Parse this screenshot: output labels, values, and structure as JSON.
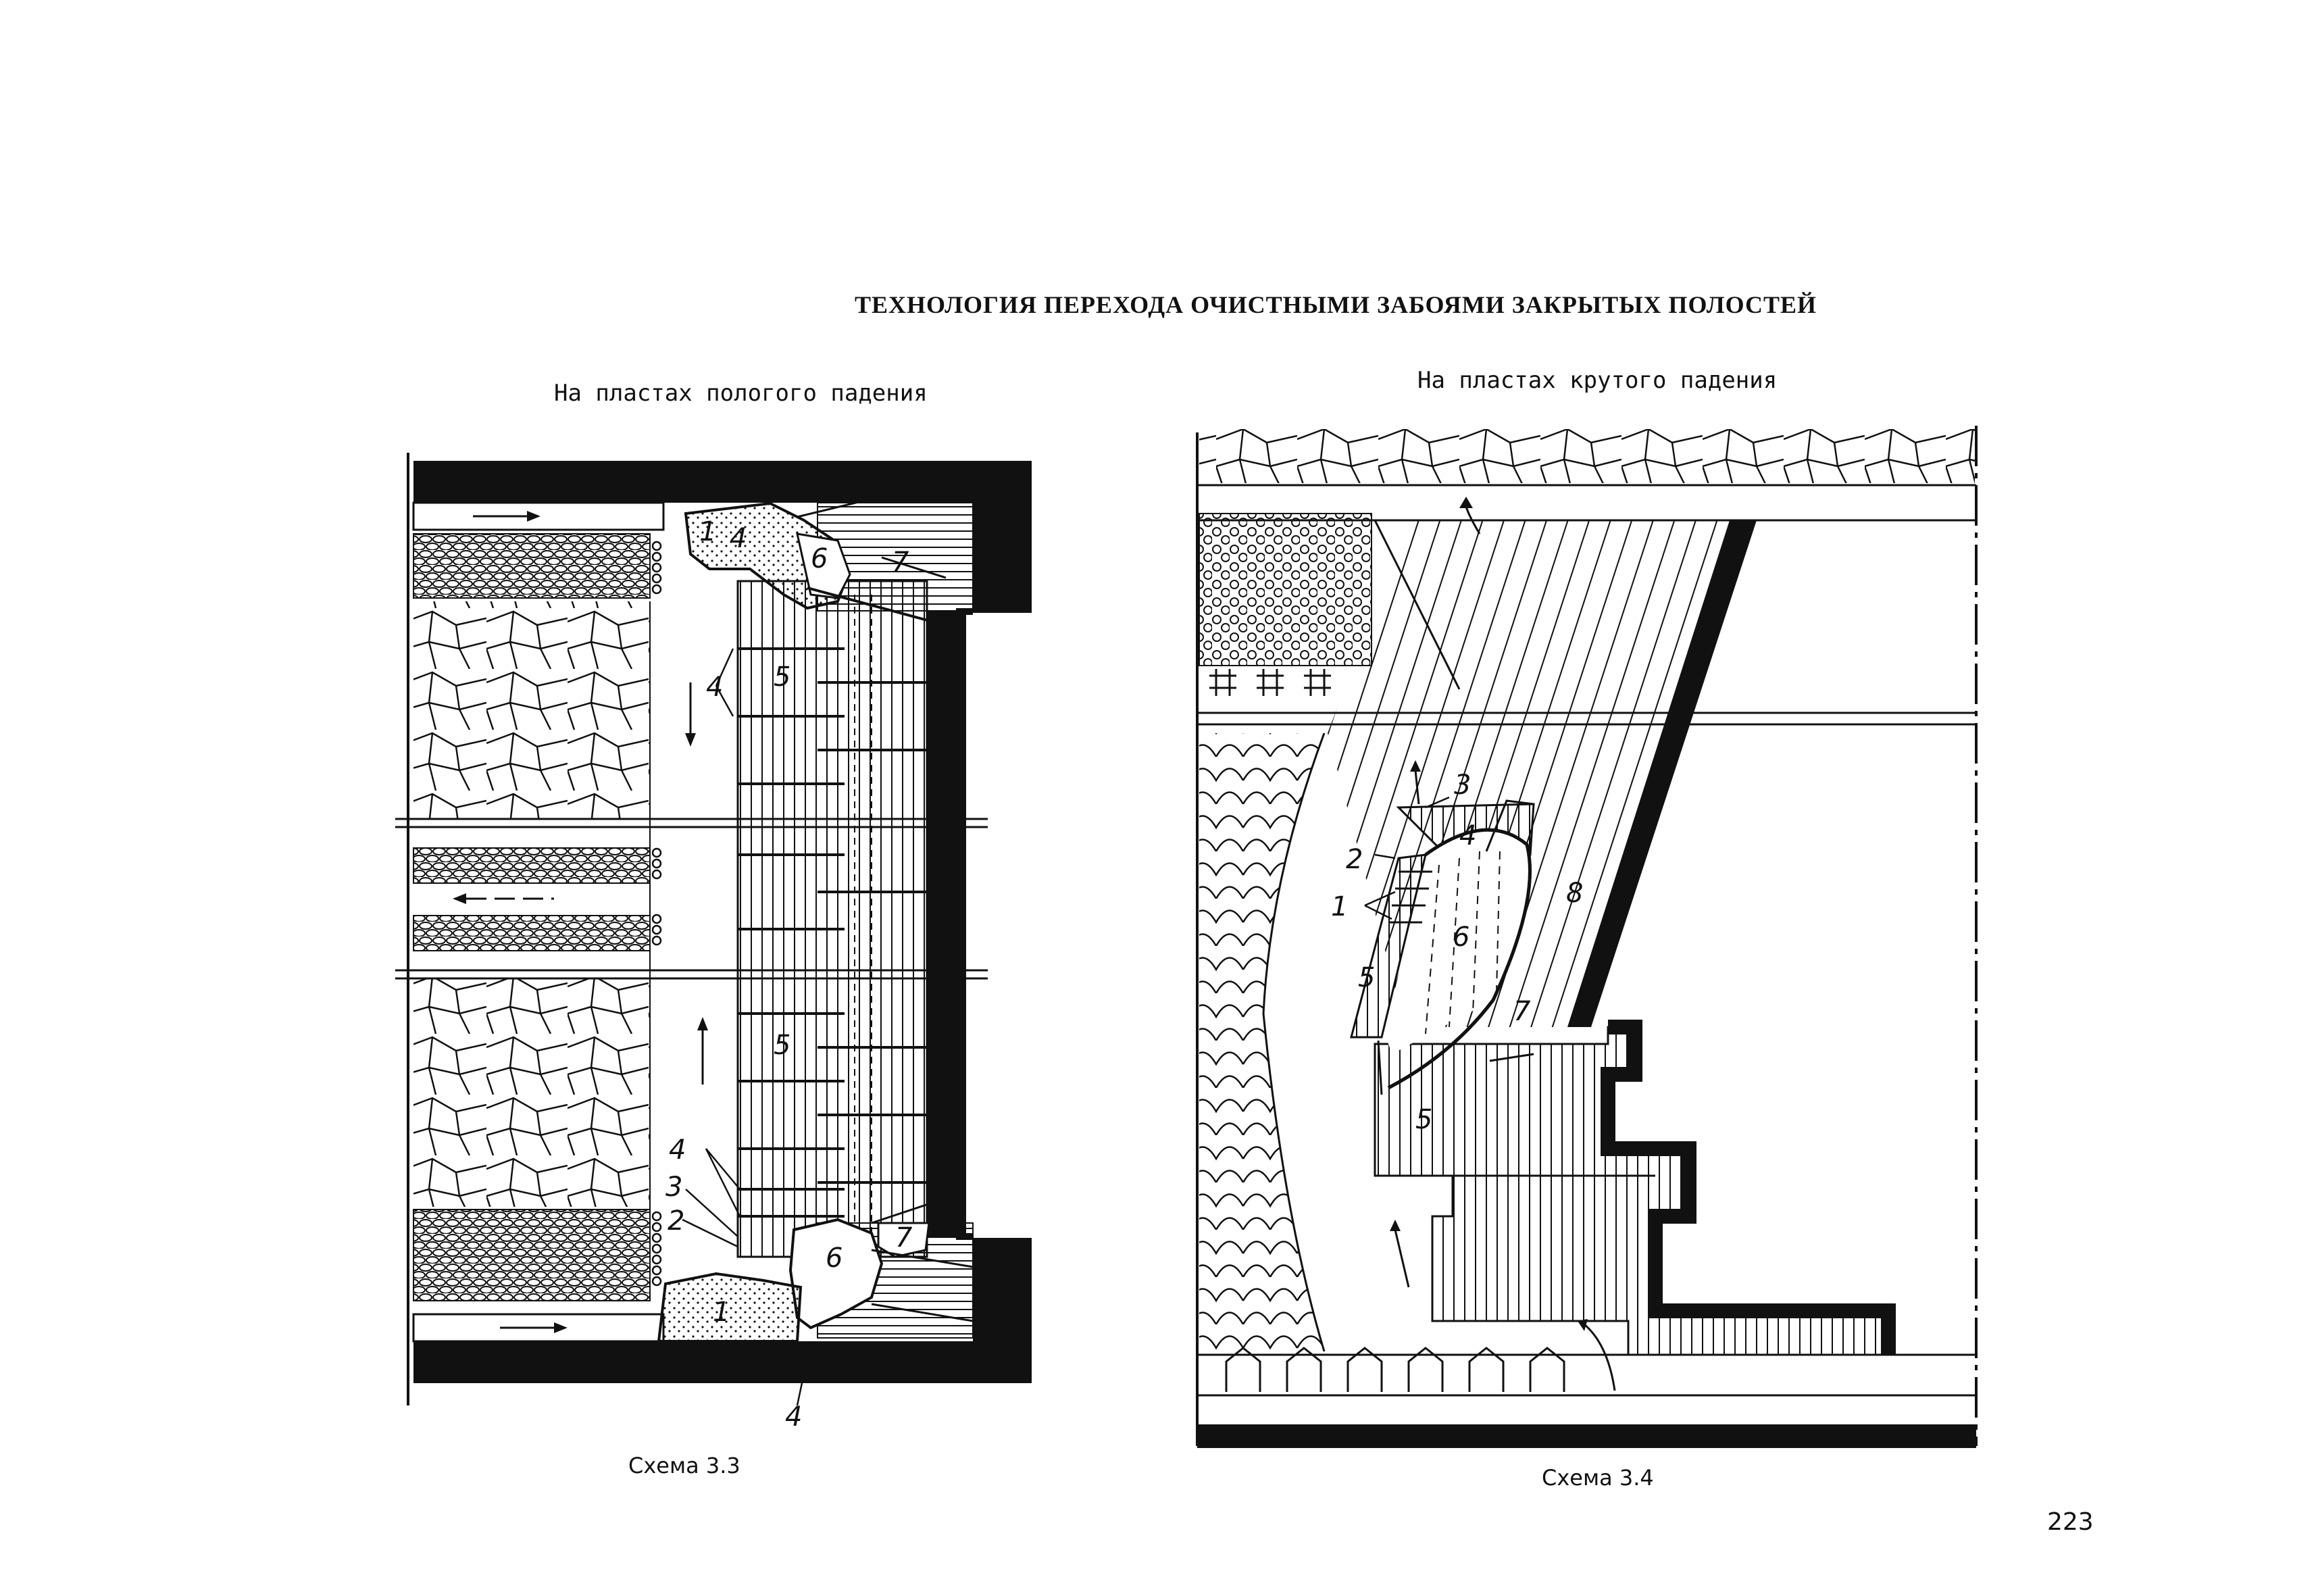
{
  "page": {
    "title": "ТЕХНОЛОГИЯ ПЕРЕХОДА ОЧИСТНЫМИ ЗАБОЯМИ ЗАКРЫТЫХ ПОЛОСТЕЙ",
    "page_number": "223"
  },
  "left_scheme": {
    "subtitle": "На пластах пологого падения",
    "caption": "Схема 3.3",
    "labels": {
      "l1_top": "1",
      "l4_top": "4",
      "l6_top": "6",
      "l7_top": "7",
      "l4_upper": "4",
      "l5_upper": "5",
      "l5_lower": "5",
      "l4_lower": "4",
      "l3": "3",
      "l2": "2",
      "l6_bottom": "6",
      "l7_bottom": "7",
      "l1_bottom": "1",
      "l4_bottom": "4"
    }
  },
  "right_scheme": {
    "subtitle": "На пластах крутого падения",
    "caption": "Схема 3.4",
    "labels": {
      "l3": "3",
      "l4": "4",
      "l2": "2",
      "l1": "1",
      "l6": "6",
      "l8": "8",
      "l5_upper": "5",
      "l7": "7",
      "l5_lower": "5"
    }
  },
  "colors": {
    "ink": "#111111",
    "paper": "#ffffff"
  }
}
